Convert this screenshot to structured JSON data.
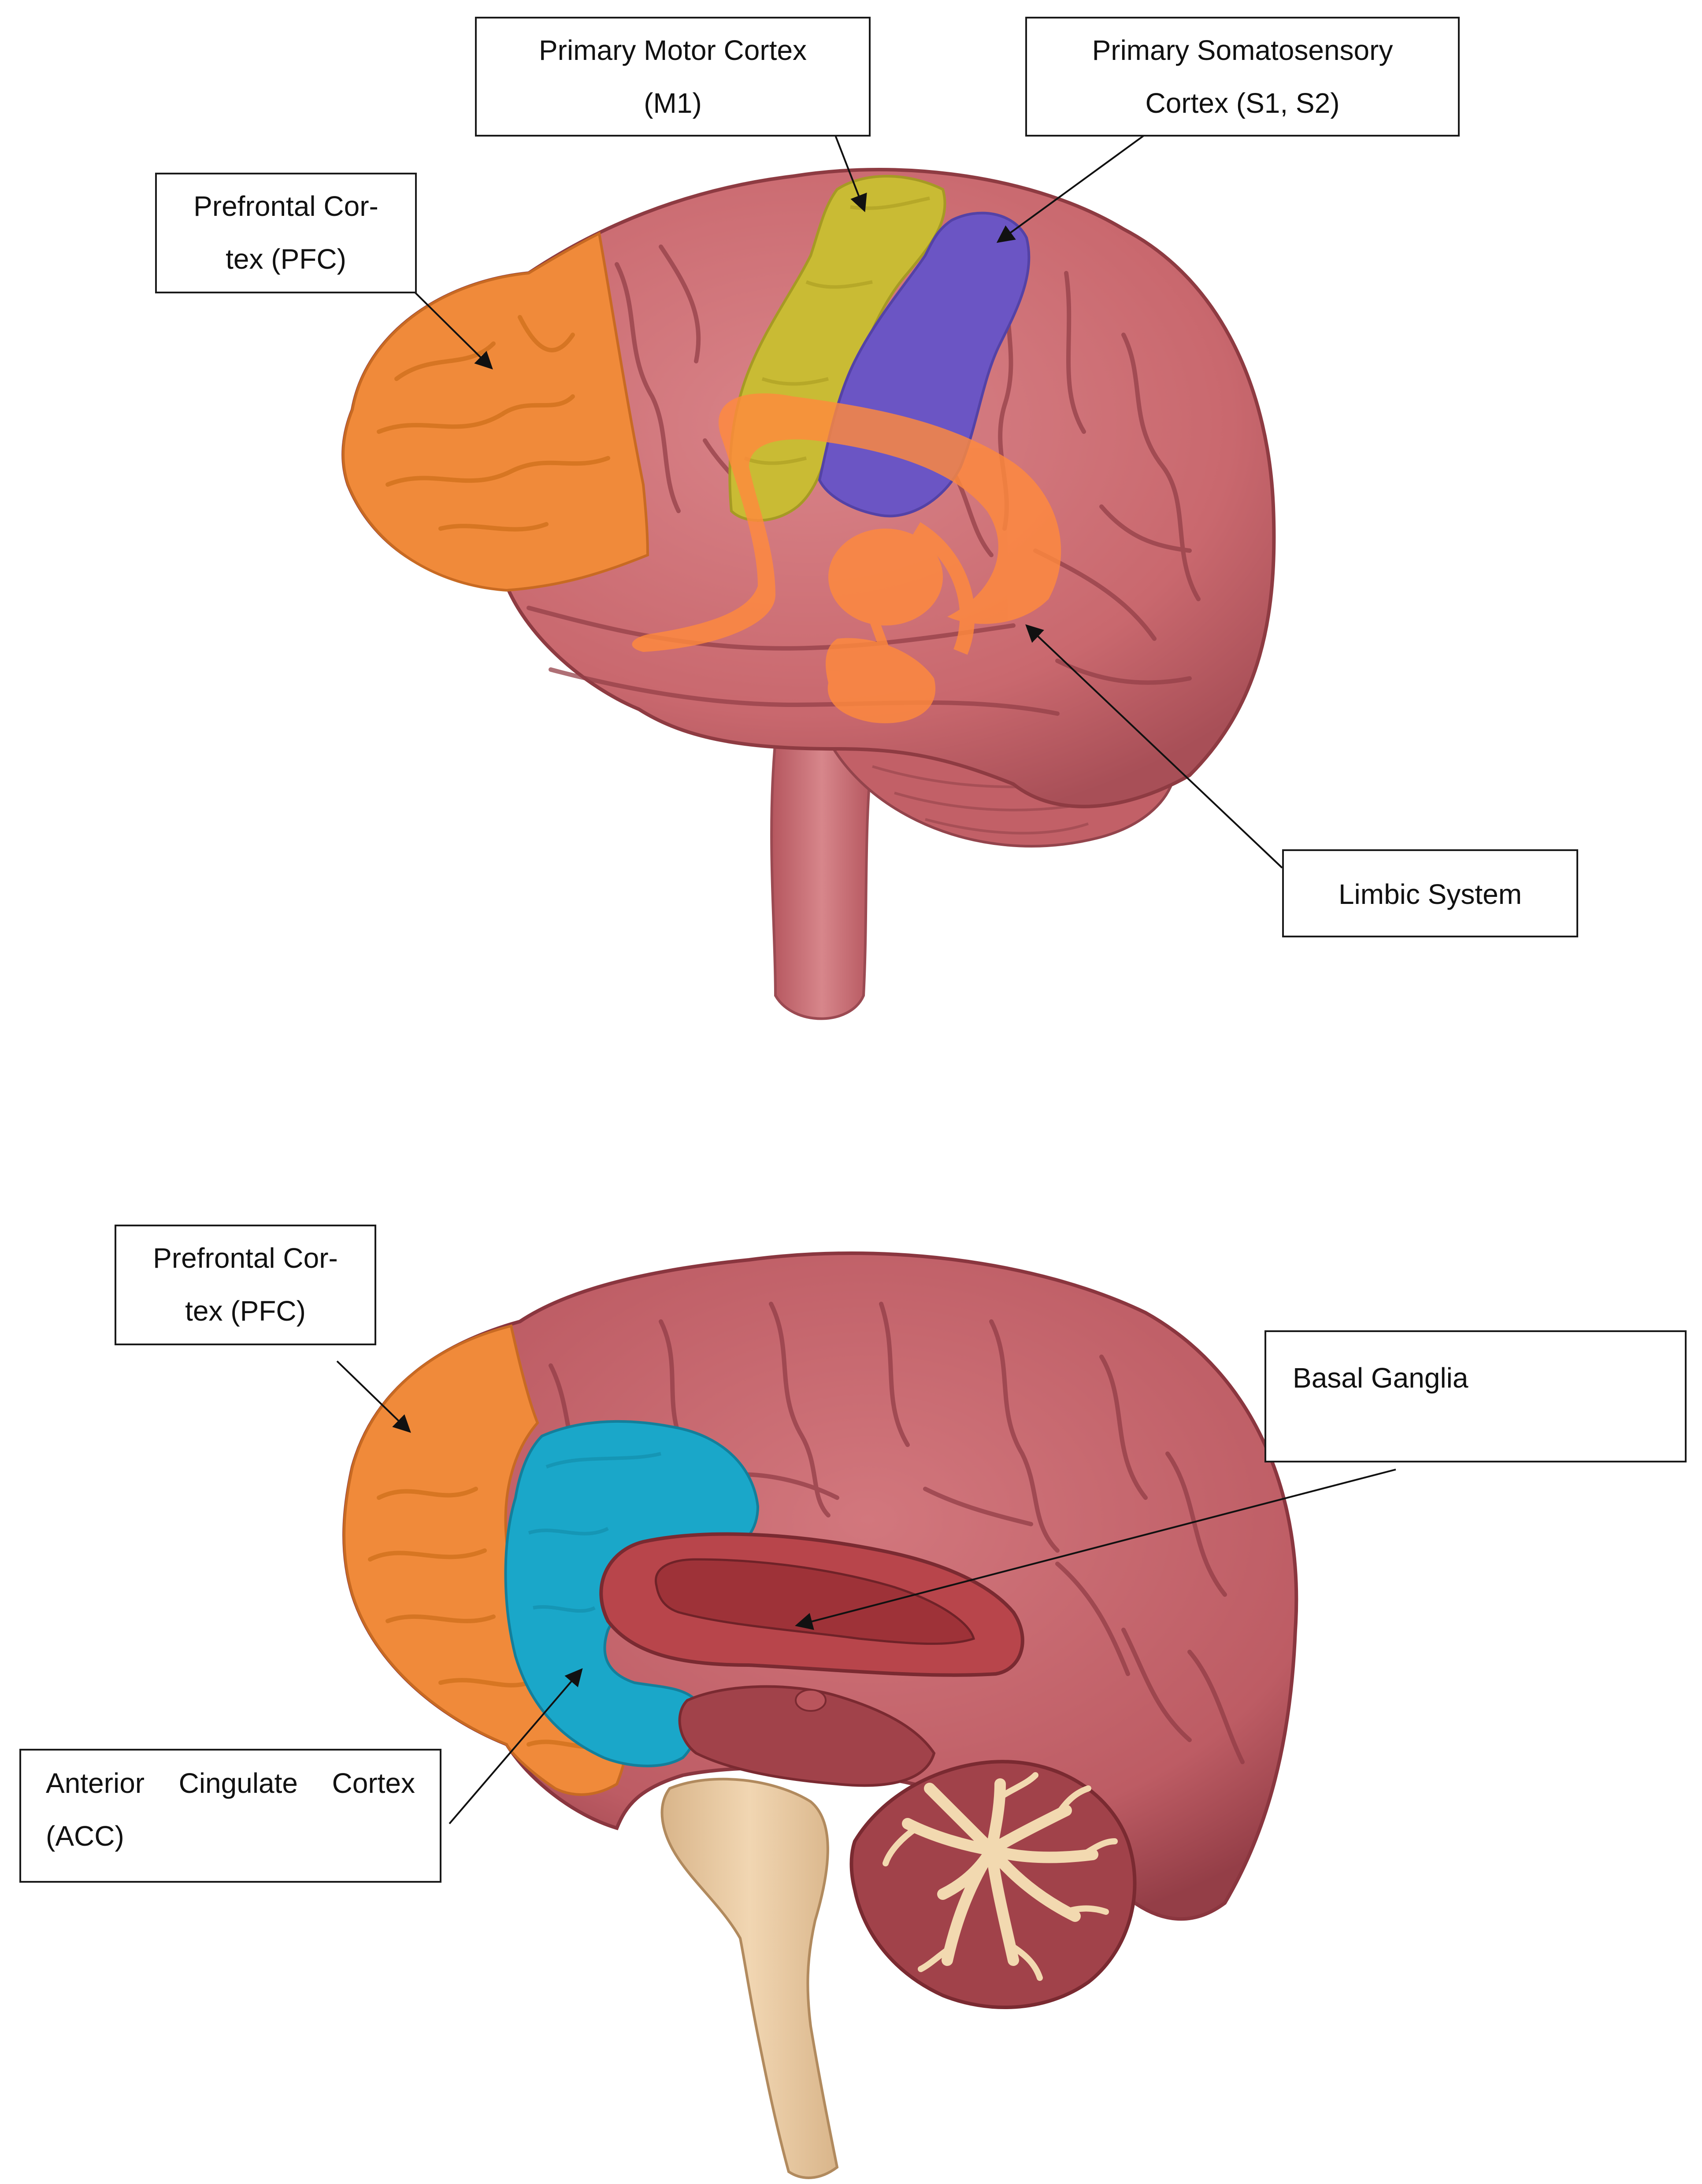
{
  "figure": {
    "top_panel": {
      "view": "lateral",
      "labels": {
        "pfc": [
          "Prefrontal Cor-",
          "tex (PFC)"
        ],
        "m1": [
          "Primary Motor Cortex",
          "(M1)"
        ],
        "s1": [
          "Primary Somatosensory",
          "Cortex (S1, S2)"
        ],
        "limbic": [
          "Limbic System"
        ]
      }
    },
    "bottom_panel": {
      "view": "medial",
      "labels": {
        "pfc": [
          "Prefrontal Cor-",
          "tex (PFC)"
        ],
        "basal": [
          "Basal Ganglia"
        ],
        "acc_line1_words": [
          "Anterior",
          "Cingulate",
          "Cortex"
        ],
        "acc_line2": "(ACC)"
      }
    }
  },
  "colors": {
    "cortex": "#c9686e",
    "cortex_dark": "#8e3b42",
    "pfc": "#f08a3a",
    "m1": "#c9bb34",
    "s1": "#6b55c4",
    "limbic": "#ff8a3d",
    "acc": "#1aa7c9",
    "brainstem_medial": "#e8c9a0"
  }
}
